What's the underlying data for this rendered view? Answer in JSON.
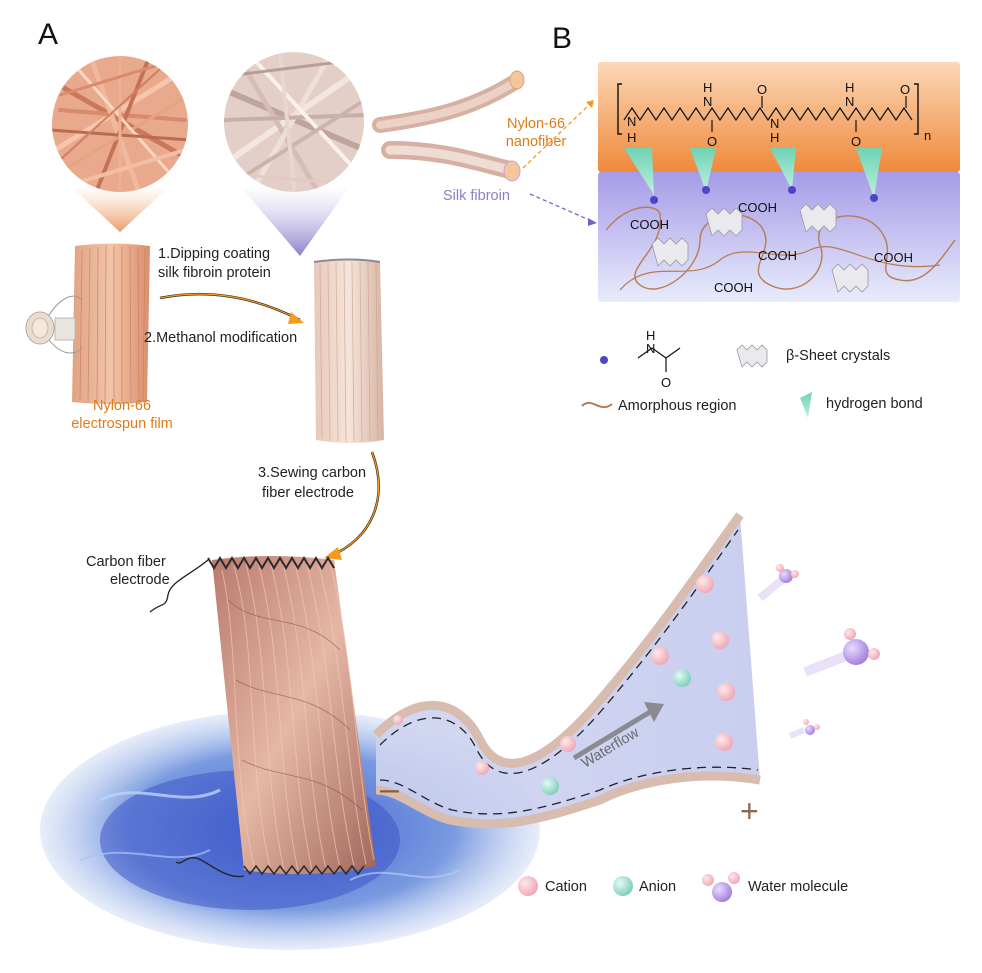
{
  "panels": {
    "a": "A",
    "b": "B"
  },
  "steps": {
    "step1_line1": "1.Dipping coating",
    "step1_line2": "silk fibroin protein",
    "step2": "2.Methanol modification",
    "step3_line1": "3.Sewing carbon",
    "step3_line2": "fiber electrode"
  },
  "labels": {
    "film_line1": "Nylon-66",
    "film_line2": "electrospun film",
    "nanofiber_line1": "Nylon-66",
    "nanofiber_line2": "nanofiber",
    "silk": "Silk fibroin",
    "electrode_line1": "Carbon fiber",
    "electrode_line2": "electrode",
    "waterflow": "Waterflow",
    "minus": "–",
    "plus": "+"
  },
  "chem": {
    "h_top": "H",
    "n_top": "N",
    "o_top": "O",
    "n_sub": "n",
    "cooh": "COOH"
  },
  "legend_b": {
    "beta_sheet": "β-Sheet crystals",
    "amorphous": "Amorphous region",
    "hbond": "hydrogen bond"
  },
  "legend_ions": {
    "cation": "Cation",
    "anion": "Anion",
    "water": "Water molecule"
  },
  "colors": {
    "orange": "#e07b17",
    "purple": "#8b7fc4",
    "fiber": "#d9a088",
    "water_blue": "#7a9be0",
    "cation": "#f3b9c2",
    "anion": "#8fd8c8",
    "water_molecule": "#b79ae6"
  }
}
